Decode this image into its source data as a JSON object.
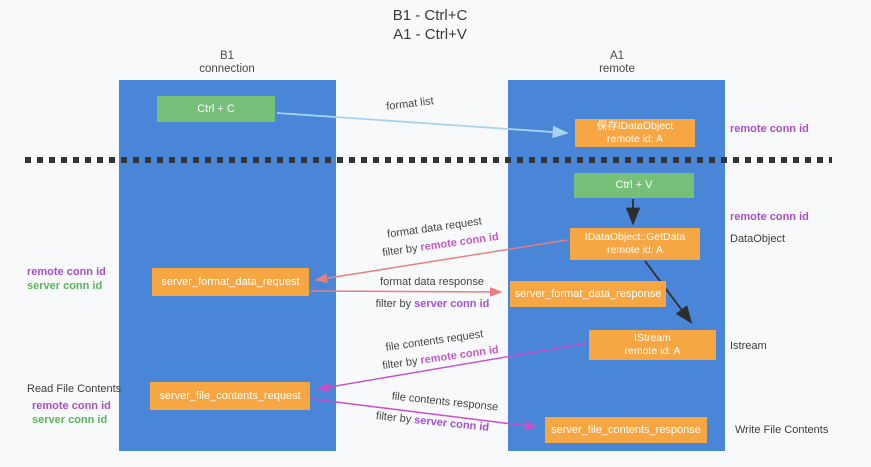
{
  "title": {
    "line1": "B1 - Ctrl+C",
    "line2": "A1 - Ctrl+V"
  },
  "columns": {
    "left": {
      "name": "B1",
      "role": "connection"
    },
    "right": {
      "name": "A1",
      "role": "remote"
    }
  },
  "boxes": {
    "ctrl_c": {
      "label": "Ctrl + C"
    },
    "ctrl_v": {
      "label": "Ctrl + V"
    },
    "save_dataobject": {
      "line1": "保存IDataObject",
      "line2": "remote id: A"
    },
    "getdata": {
      "line1": "IDataObject::GetData",
      "line2": "remote id: A"
    },
    "istream": {
      "line1": "IStream",
      "line2": "remote id: A"
    },
    "format_request": {
      "label": "server_format_data_request"
    },
    "format_response": {
      "label": "server_format_data_response"
    },
    "file_request": {
      "label": "server_file_contents_request"
    },
    "file_response": {
      "label": "server_file_contents_response"
    }
  },
  "arrow_labels": {
    "format_list": "format list",
    "format_data_request": "format data request",
    "format_data_response": "format data response",
    "file_contents_request": "file contents request",
    "file_contents_response": "file contents response",
    "filter_by": "filter by",
    "remote_conn_id": "remote conn id",
    "server_conn_id": "server conn id"
  },
  "side_labels": {
    "left_remote_conn_id_1": "remote conn id",
    "left_server_conn_id_1": "server conn id",
    "read_file_contents": "Read File Contents",
    "left_remote_conn_id_2": "remote conn id",
    "left_server_conn_id_2": "server conn id",
    "right_remote_conn_id_1": "remote conn id",
    "right_remote_conn_id_2": "remote conn id",
    "dataobject": "DataObject",
    "istream": "Istream",
    "write_file_contents": "Write File Contents"
  },
  "colors": {
    "column_blue": "#4a86d8",
    "box_green": "#77c07a",
    "box_orange": "#f6a643",
    "arrow_blue": "#a9d2f0",
    "arrow_red": "#e87e7e",
    "arrow_magenta": "#c94fc9",
    "arrow_black": "#2d2d2d",
    "text_purple": "#a94fc5",
    "text_green": "#58b55e"
  }
}
